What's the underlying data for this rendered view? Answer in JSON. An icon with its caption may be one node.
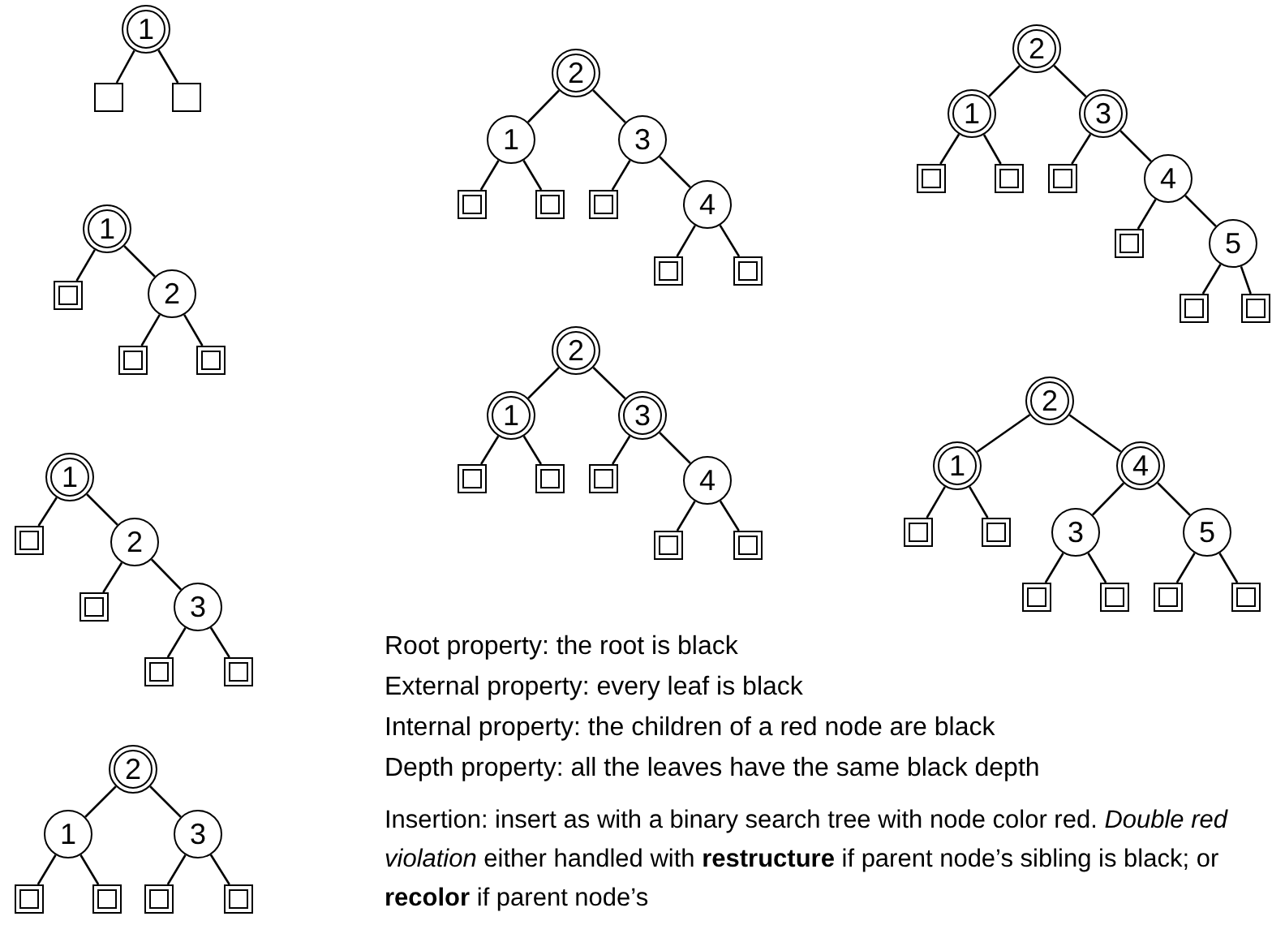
{
  "diagram": {
    "nodes": [
      {
        "text": [
          "1"
        ]
      },
      {
        "text": [],
        "shape": "box"
      },
      {
        "text": [],
        "shape": "box"
      },
      {
        "text": [
          "1"
        ]
      },
      {
        "text": [],
        "shape": "box"
      },
      {
        "text": [
          "2"
        ]
      },
      {
        "text": [],
        "shape": "box"
      },
      {
        "text": [],
        "shape": "box"
      },
      {
        "text": [
          "1"
        ]
      },
      {
        "text": [],
        "shape": "box"
      },
      {
        "text": [
          "2"
        ]
      },
      {
        "text": [],
        "shape": "box"
      },
      {
        "text": [
          "3"
        ]
      },
      {
        "text": [],
        "shape": "box"
      },
      {
        "text": [],
        "shape": "box"
      },
      {
        "text": [
          "2"
        ]
      },
      {
        "text": [
          "1"
        ]
      },
      {
        "text": [
          "3"
        ]
      },
      {
        "text": [],
        "shape": "box"
      },
      {
        "text": [],
        "shape": "box"
      },
      {
        "text": [],
        "shape": "box"
      },
      {
        "text": [],
        "shape": "box"
      },
      {
        "text": [
          "2"
        ]
      },
      {
        "text": [
          "1"
        ]
      },
      {
        "text": [
          "3"
        ]
      },
      {
        "text": [],
        "shape": "box"
      },
      {
        "text": [],
        "shape": "box"
      },
      {
        "text": [],
        "shape": "box"
      },
      {
        "text": [
          "4"
        ]
      },
      {
        "text": [],
        "shape": "box"
      },
      {
        "text": [],
        "shape": "box"
      },
      {
        "text": [
          "2"
        ]
      },
      {
        "text": [
          "1"
        ]
      },
      {
        "text": [
          "3"
        ]
      },
      {
        "text": [],
        "shape": "box"
      },
      {
        "text": [],
        "shape": "box"
      },
      {
        "text": [],
        "shape": "box"
      },
      {
        "text": [
          "4"
        ]
      },
      {
        "text": [],
        "shape": "box"
      },
      {
        "text": [
          "5"
        ]
      },
      {
        "text": [],
        "shape": "box"
      },
      {
        "text": [],
        "shape": "box"
      },
      {
        "text": [
          "2"
        ]
      },
      {
        "text": [
          "1"
        ]
      },
      {
        "text": [
          "3"
        ]
      },
      {
        "text": [],
        "shape": "box"
      },
      {
        "text": [],
        "shape": "box"
      },
      {
        "text": [],
        "shape": "box"
      },
      {
        "text": [
          "4"
        ]
      },
      {
        "text": [],
        "shape": "box"
      },
      {
        "text": [],
        "shape": "box"
      },
      {
        "text": [
          "2"
        ]
      },
      {
        "text": [
          "1"
        ]
      },
      {
        "text": [
          "4"
        ]
      },
      {
        "text": [],
        "shape": "box"
      },
      {
        "text": [],
        "shape": "box"
      },
      {
        "text": [
          "3"
        ]
      },
      {
        "text": [
          "5"
        ]
      },
      {
        "text": [],
        "shape": "box"
      },
      {
        "text": [],
        "shape": "box"
      },
      {
        "text": [],
        "shape": "box"
      },
      {
        "text": [],
        "shape": "box"
      }
    ],
    "edges": [
      {
        "from": 0,
        "to": 1,
        "arrow": "none"
      },
      {
        "from": 0,
        "to": 2,
        "arrow": "none"
      },
      {
        "from": 3,
        "to": 4,
        "arrow": "none"
      },
      {
        "from": 3,
        "to": 5,
        "arrow": "none"
      },
      {
        "from": 5,
        "to": 6,
        "arrow": "none"
      },
      {
        "from": 5,
        "to": 7,
        "arrow": "none"
      },
      {
        "from": 8,
        "to": 9,
        "arrow": "none"
      },
      {
        "from": 8,
        "to": 10,
        "arrow": "none"
      },
      {
        "from": 10,
        "to": 11,
        "arrow": "none"
      },
      {
        "from": 10,
        "to": 12,
        "arrow": "none"
      },
      {
        "from": 12,
        "to": 13,
        "arrow": "none"
      },
      {
        "from": 12,
        "to": 14,
        "arrow": "none"
      },
      {
        "from": 15,
        "to": 16,
        "arrow": "none"
      },
      {
        "from": 15,
        "to": 17,
        "arrow": "none"
      },
      {
        "from": 16,
        "to": 18,
        "arrow": "none"
      },
      {
        "from": 16,
        "to": 19,
        "arrow": "none"
      },
      {
        "from": 17,
        "to": 20,
        "arrow": "none"
      },
      {
        "from": 17,
        "to": 21,
        "arrow": "none"
      },
      {
        "from": 22,
        "to": 23,
        "arrow": "none"
      },
      {
        "from": 22,
        "to": 24,
        "arrow": "none"
      },
      {
        "from": 23,
        "to": 25,
        "arrow": "none"
      },
      {
        "from": 23,
        "to": 26,
        "arrow": "none"
      },
      {
        "from": 24,
        "to": 27,
        "arrow": "none"
      },
      {
        "from": 24,
        "to": 28,
        "arrow": "none"
      },
      {
        "from": 28,
        "to": 29,
        "arrow": "none"
      },
      {
        "from": 28,
        "to": 30,
        "arrow": "none"
      },
      {
        "from": 31,
        "to": 32,
        "arrow": "none"
      },
      {
        "from": 31,
        "to": 33,
        "arrow": "none"
      },
      {
        "from": 32,
        "to": 34,
        "arrow": "none"
      },
      {
        "from": 32,
        "to": 35,
        "arrow": "none"
      },
      {
        "from": 33,
        "to": 36,
        "arrow": "none"
      },
      {
        "from": 33,
        "to": 37,
        "arrow": "none"
      },
      {
        "from": 37,
        "to": 38,
        "arrow": "none"
      },
      {
        "from": 37,
        "to": 39,
        "arrow": "none"
      },
      {
        "from": 39,
        "to": 40,
        "arrow": "none"
      },
      {
        "from": 39,
        "to": 41,
        "arrow": "none"
      },
      {
        "from": 42,
        "to": 43,
        "arrow": "none"
      },
      {
        "from": 42,
        "to": 44,
        "arrow": "none"
      },
      {
        "from": 43,
        "to": 45,
        "arrow": "none"
      },
      {
        "from": 43,
        "to": 46,
        "arrow": "none"
      },
      {
        "from": 44,
        "to": 47,
        "arrow": "none"
      },
      {
        "from": 44,
        "to": 48,
        "arrow": "none"
      },
      {
        "from": 48,
        "to": 49,
        "arrow": "none"
      },
      {
        "from": 48,
        "to": 50,
        "arrow": "none"
      },
      {
        "from": 51,
        "to": 52,
        "arrow": "none"
      },
      {
        "from": 51,
        "to": 53,
        "arrow": "none"
      },
      {
        "from": 52,
        "to": 54,
        "arrow": "none"
      },
      {
        "from": 52,
        "to": 55,
        "arrow": "none"
      },
      {
        "from": 53,
        "to": 56,
        "arrow": "none"
      },
      {
        "from": 53,
        "to": 57,
        "arrow": "none"
      },
      {
        "from": 56,
        "to": 58,
        "arrow": "none"
      },
      {
        "from": 56,
        "to": 59,
        "arrow": "none"
      },
      {
        "from": 57,
        "to": 60,
        "arrow": "none"
      },
      {
        "from": 57,
        "to": 61,
        "arrow": "none"
      }
    ],
    "labels": [
      "Root property: the root is black",
      "External property: every leaf is black",
      "Internal property: the children of a red node are black",
      "Depth property: all the leaves have the same black depth",
      "Insertion: insert as with a binary search tree with node color red. *Double red violation* either handled with **restructure** if parent node’s sibling is black; or **recolor** if parent node’s"
    ]
  }
}
